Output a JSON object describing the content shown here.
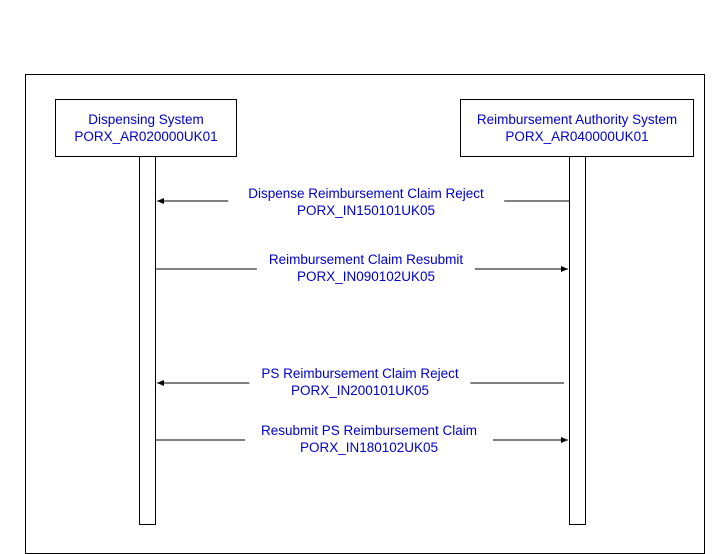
{
  "actors": [
    {
      "name": "Dispensing System",
      "id": "PORX_AR020000UK01"
    },
    {
      "name": "Reimbursement Authority System",
      "id": "PORX_AR040000UK01"
    }
  ],
  "messages": [
    {
      "name": "Dispense Reimbursement Claim Reject",
      "id": "PORX_IN150101UK05",
      "direction": "to-left"
    },
    {
      "name": "Reimbursement Claim Resubmit",
      "id": "PORX_IN090102UK05",
      "direction": "to-right"
    },
    {
      "name": "PS Reimbursement Claim Reject",
      "id": "PORX_IN200101UK05",
      "direction": "to-left"
    },
    {
      "name": "Resubmit PS Reimbursement Claim",
      "id": "PORX_IN180102UK05",
      "direction": "to-right"
    }
  ],
  "colors": {
    "text": "#0000cc",
    "lines": "#000000",
    "background": "#ffffff"
  }
}
